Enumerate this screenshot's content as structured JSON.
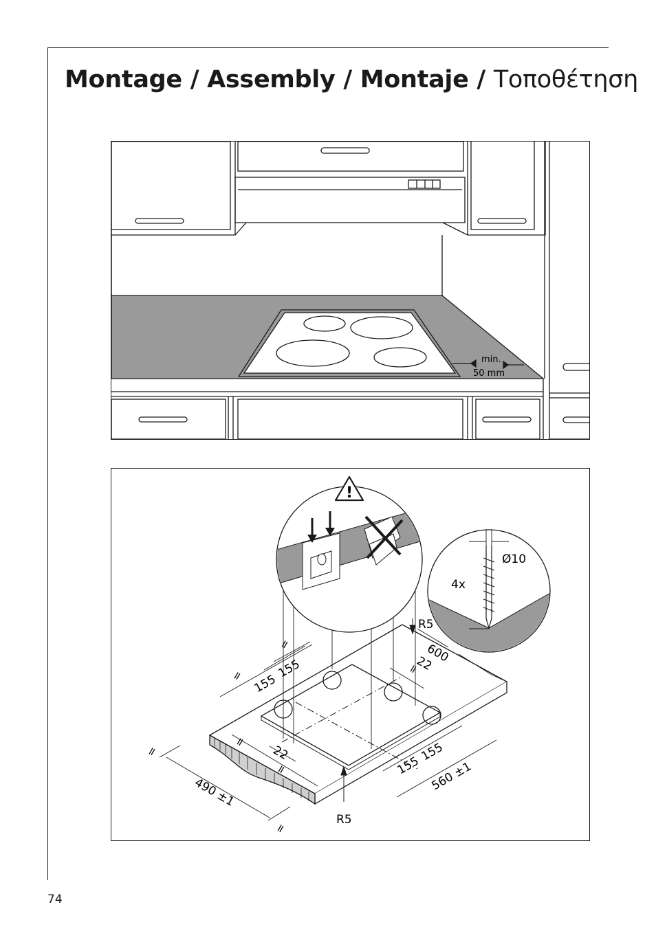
{
  "header": {
    "title_latin": "Montage / Assembly / Montaje /",
    "title_greek": "Τοποθέτηση"
  },
  "figure_kitchen": {
    "clearance_label_1": "min.",
    "clearance_label_2": "50 mm"
  },
  "figure_cutout": {
    "warning_symbol": "!",
    "screw_count": "4x",
    "drill_diameter": "Ø10",
    "radius_top": "R5",
    "radius_bottom": "R5",
    "dim_depth": "600",
    "dim_hole_spacing_1": "155",
    "dim_hole_spacing_2": "155",
    "dim_hole_spacing_3": "155",
    "dim_hole_spacing_4": "155",
    "dim_offset_1": "22",
    "dim_offset_2": "22",
    "dim_width": "560 ±1",
    "dim_cutout_depth": "490 ±1",
    "equal_marks": [
      "=",
      "=",
      "=",
      "=",
      "=",
      "=",
      "="
    ]
  },
  "footer": {
    "page_number": "74"
  },
  "colors": {
    "counter_grey": "#9a9a9a",
    "line": "#1a1a1a"
  },
  "icons": [
    "warning-triangle-icon",
    "cross-out-icon",
    "screw-icon",
    "arrow-icon"
  ]
}
